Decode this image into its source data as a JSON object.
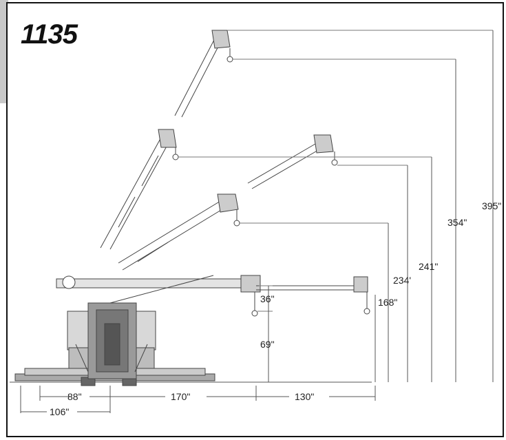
{
  "model": "1135",
  "dimensions": {
    "d88": "88\"",
    "d106": "106\"",
    "d170": "170\"",
    "d130": "130\"",
    "d36": "36\"",
    "d69": "69\"",
    "d168": "168\"",
    "d234": "234'",
    "d241": "241\"",
    "d354": "354\"",
    "d395": "395\""
  }
}
